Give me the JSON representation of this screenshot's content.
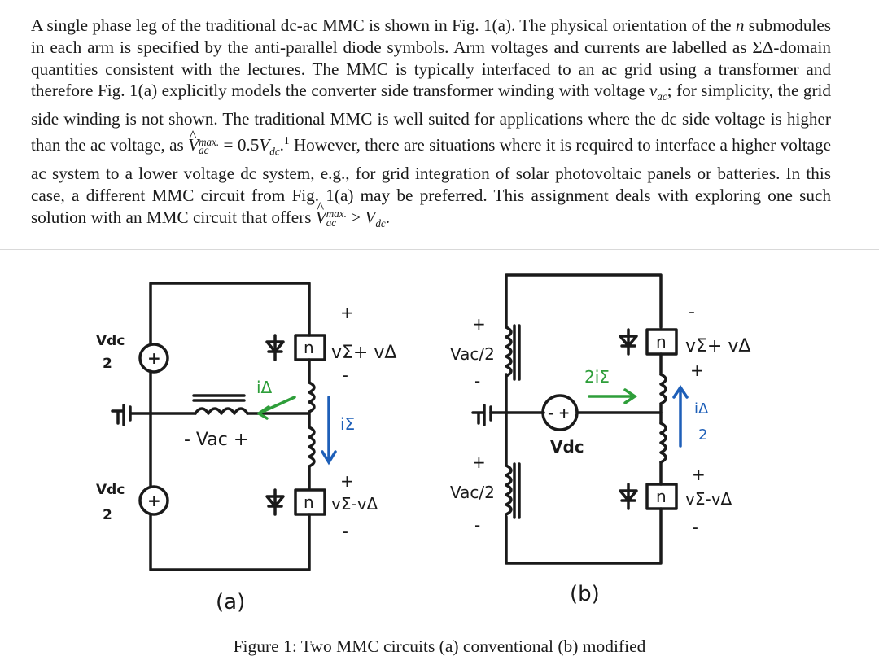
{
  "paragraph": {
    "s1": "A single phase leg of the traditional dc-ac MMC is shown in Fig. 1(a). The physical orientation of the ",
    "n1": "n",
    "s2": " submodules in each arm is specified by the anti-parallel diode symbols. Arm voltages and currents are labelled as ΣΔ-domain quantities consistent with the lectures. The MMC is typically interfaced to an ac grid using a transformer and therefore Fig. 1(a) explicitly models the converter side transformer winding with voltage ",
    "vac": "v",
    "vac_sub": "ac",
    "s3": "; for simplicity, the grid side winding is not shown. The traditional MMC is well suited for applications where the dc side voltage is higher than the ac voltage, as ",
    "V1": "V",
    "max1": "max.",
    "ac1": "ac",
    "eq1": " = 0.5",
    "Vdc1": "V",
    "dc1": "dc",
    "fn": "1",
    "s4": " However, there are situations where it is required to interface a higher voltage ac system to a lower voltage dc system, e.g., for grid integration of solar photovoltaic panels or batteries. In this case, a different MMC circuit from Fig. 1(a) may be preferred. This assignment deals with exploring one such solution with an MMC circuit that offers ",
    "V2": "V",
    "max2": "max.",
    "ac2": "ac",
    "gt": " > ",
    "Vdc2": "V",
    "dc2": "dc",
    "end": "."
  },
  "figure": {
    "a": {
      "vdc_top": "Vdc",
      "vdc_top_den": "2",
      "vdc_bot": "Vdc",
      "vdc_bot_den": "2",
      "ground": "ᴦ|⊢",
      "plus": "+",
      "vac": "- Vac +",
      "i_delta": "iΔ",
      "i_sigma": "iΣ",
      "n": "n",
      "upper_arm": "vΣ+ vΔ",
      "lower_arm": "vΣ-vΔ",
      "sign_plus": "+",
      "sign_minus": "-",
      "label": "(a)"
    },
    "b": {
      "vac_half_top": "Vac/2",
      "vac_half_bot": "Vac/2",
      "vdc": "Vdc",
      "src": "- +",
      "two_i_sigma": "2iΣ",
      "i_delta_half": "iΔ",
      "i_delta_half_den": "2",
      "n": "n",
      "upper_arm": "vΣ+ vΔ",
      "lower_arm": "vΣ-vΔ",
      "sign_plus": "+",
      "sign_minus": "-",
      "label": "(b)"
    }
  },
  "caption": "Figure 1: Two MMC circuits (a) conventional (b) modified",
  "colors": {
    "text": "#1a1a1a",
    "blue_arrow": "#1e5fb8",
    "green_arrow": "#2e9e3a"
  }
}
